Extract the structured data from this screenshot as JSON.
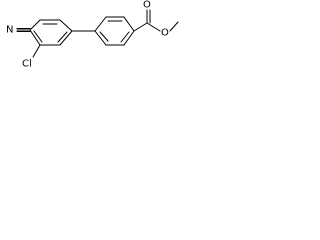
{
  "molecule": {
    "atoms": {
      "cl": "Cl",
      "n": "N",
      "o_carbonyl": "O",
      "o_ester": "O"
    },
    "line_color": "#000000"
  }
}
